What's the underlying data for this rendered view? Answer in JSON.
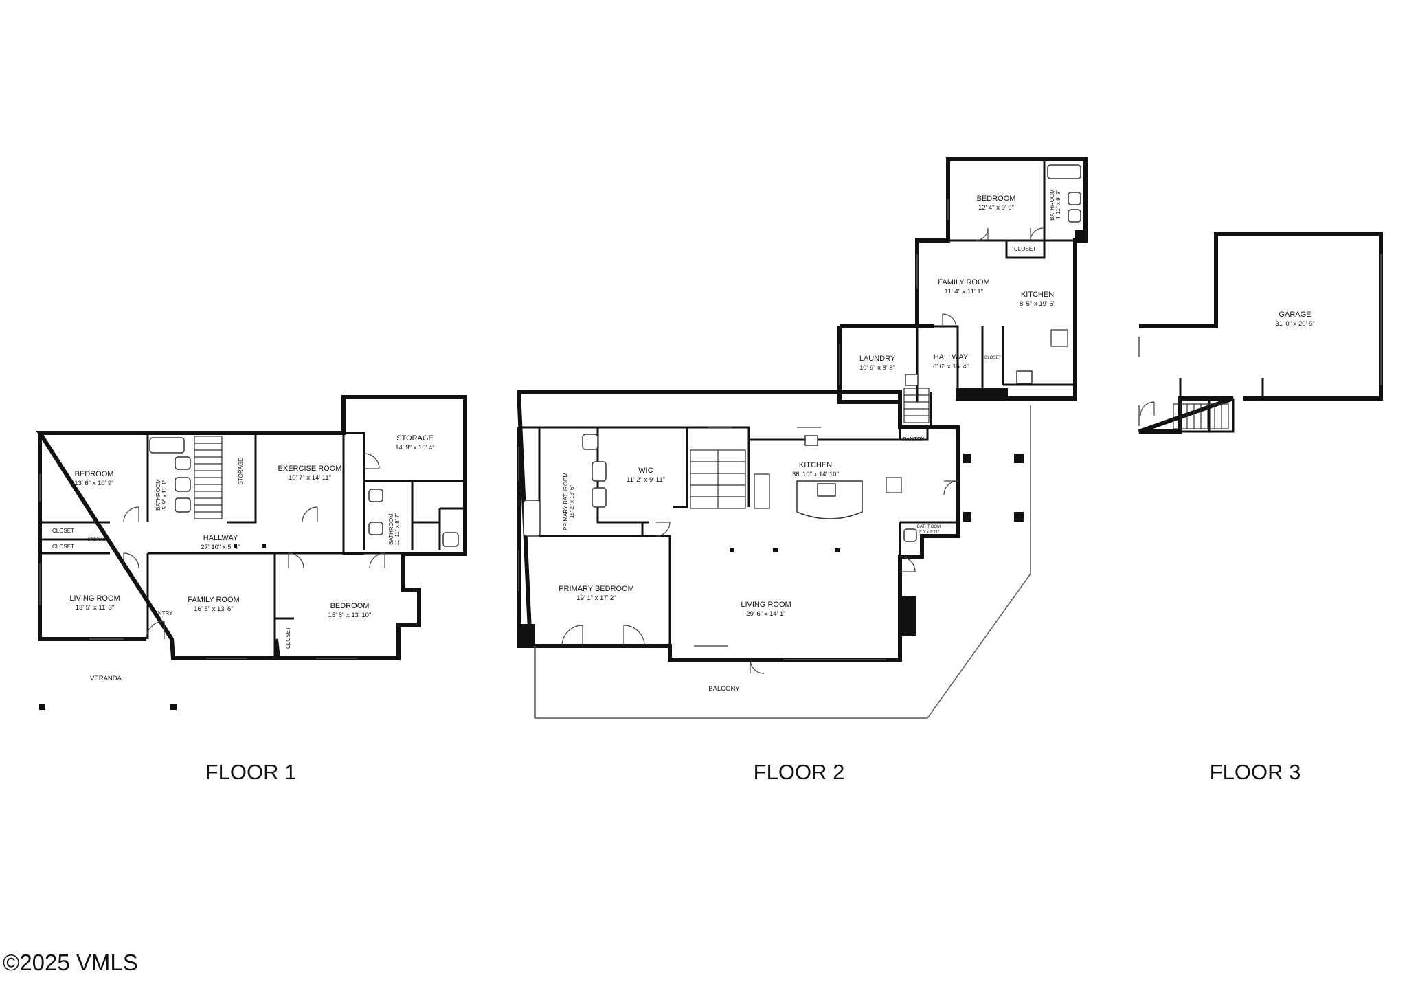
{
  "floors": [
    {
      "label": "FLOOR 1",
      "rooms": [
        {
          "name": "BEDROOM",
          "dims": "13' 6\" x 10' 9\""
        },
        {
          "name": "BATHROOM",
          "dims": "5' 9\" x 11' 1\""
        },
        {
          "name": "STORAGE"
        },
        {
          "name": "EXERCISE ROOM",
          "dims": "10' 7\" x 14' 11\""
        },
        {
          "name": "STORAGE",
          "dims": "14' 9\" x 10' 4\""
        },
        {
          "name": "BATHROOM",
          "dims": "11' 11\" x 8' 7\""
        },
        {
          "name": "CLOSET"
        },
        {
          "name": "CLOSET"
        },
        {
          "name": "STORAGE"
        },
        {
          "name": "HALLWAY",
          "dims": "27' 10\" x 5' 4\""
        },
        {
          "name": "LIVING ROOM",
          "dims": "13' 5\" x 11' 3\""
        },
        {
          "name": "ENTRY"
        },
        {
          "name": "FAMILY ROOM",
          "dims": "16' 8\" x 13' 6\""
        },
        {
          "name": "CLOSET"
        },
        {
          "name": "BEDROOM",
          "dims": "15' 8\" x 13' 10\""
        },
        {
          "name": "VERANDA"
        }
      ]
    },
    {
      "label": "FLOOR 2",
      "rooms": [
        {
          "name": "BEDROOM",
          "dims": "12' 4\" x 9' 9\""
        },
        {
          "name": "BATHROOM",
          "dims": "4' 11\" x 9' 9\""
        },
        {
          "name": "CLOSET"
        },
        {
          "name": "FAMILY ROOM",
          "dims": "11' 4\" x 11' 1\""
        },
        {
          "name": "KITCHEN",
          "dims": "8' 5\" x 19' 6\""
        },
        {
          "name": "LAUNDRY",
          "dims": "10' 9\" x 8' 8\""
        },
        {
          "name": "HALLWAY",
          "dims": "6' 6\" x 15' 4\""
        },
        {
          "name": "CLOSET"
        },
        {
          "name": "PANTRY"
        },
        {
          "name": "WIC",
          "dims": "11' 2\" x 9' 11\""
        },
        {
          "name": "PRIMARY BATHROOM",
          "dims": "15' 2\" x 13' 6\""
        },
        {
          "name": "KITCHEN",
          "dims": "36' 10\" x 14' 10\""
        },
        {
          "name": "BATHROOM",
          "dims": "7' 0\" x 2' 11\""
        },
        {
          "name": "PRIMARY BEDROOM",
          "dims": "19' 1\" x 17' 2\""
        },
        {
          "name": "LIVING ROOM",
          "dims": "29' 6\" x 14' 1\""
        },
        {
          "name": "BALCONY"
        }
      ]
    },
    {
      "label": "FLOOR 3",
      "rooms": [
        {
          "name": "GARAGE",
          "dims": "31' 0\" x 20' 9\""
        }
      ]
    }
  ],
  "copyright": "©2025 VMLS"
}
